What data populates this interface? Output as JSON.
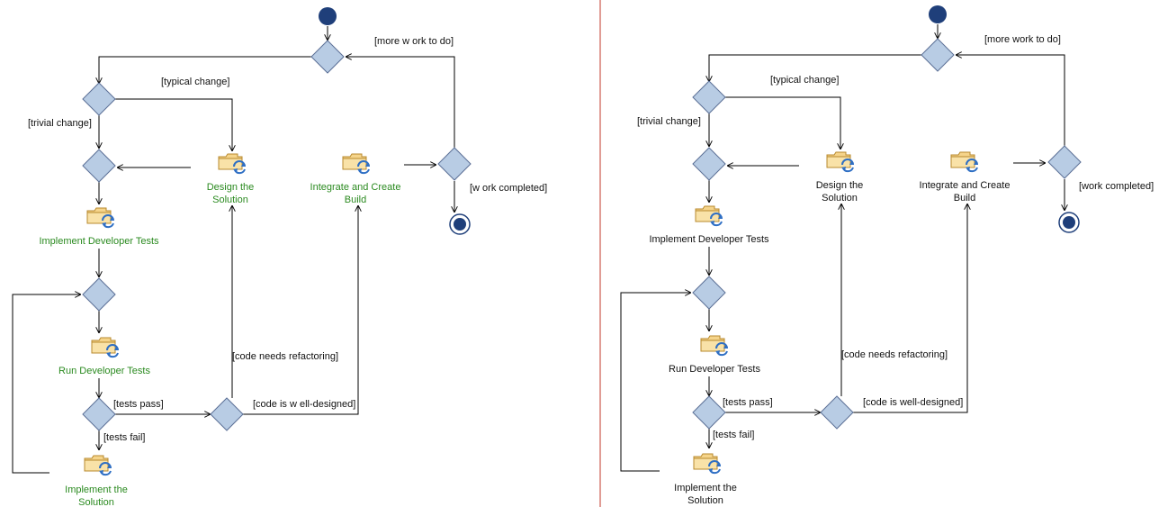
{
  "colors": {
    "divider": "#c0392b",
    "decision_fill": "#b8cce4",
    "node_fill": "#1f3f7a",
    "activity_text_left": "#2a8a1f",
    "activity_text_right": "#111111"
  },
  "icons": {
    "activity": "activity-icon"
  },
  "labels": {
    "more_work_left": "[more w ork to do]",
    "more_work_right": "[more work to do]",
    "typical_change": "[typical change]",
    "trivial_change": "[trivial change]",
    "work_completed_left": "[w ork completed]",
    "work_completed_right": "[work completed]",
    "code_needs_refactoring": "[code needs refactoring]",
    "tests_pass": "[tests pass]",
    "code_well_designed_left": "[code is w ell-designed]",
    "code_well_designed_right": "[code is well-designed]",
    "tests_fail": "[tests fail]"
  },
  "activities": {
    "design_line1": "Design the",
    "design_line2": "Solution",
    "integrate_line1": "Integrate and Create",
    "integrate_line2": "Build",
    "implement_tests": "Implement Developer Tests",
    "run_tests": "Run Developer Tests",
    "implement_line1": "Implement the",
    "implement_line2": "Solution"
  }
}
